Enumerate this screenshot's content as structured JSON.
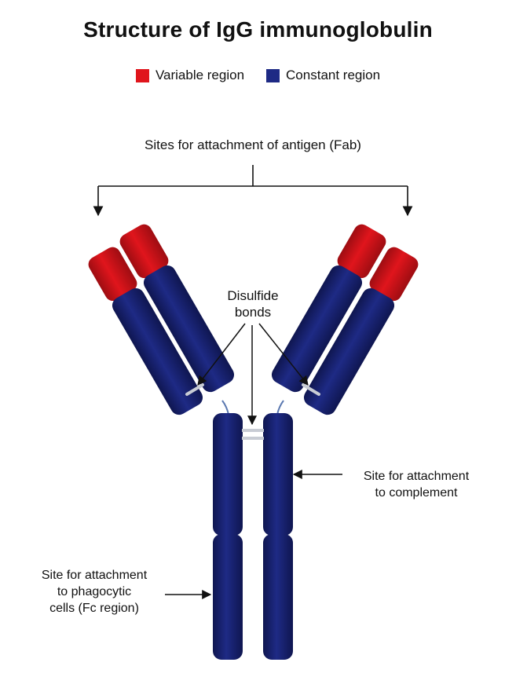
{
  "title": "Structure of IgG immunoglobulin",
  "colors": {
    "variable": "#e0151c",
    "variable_dark": "#9e0d12",
    "constant": "#1e2a85",
    "constant_dark": "#0f1650",
    "bond": "#c8ccd4"
  },
  "legend": {
    "variable": {
      "label": "Variable region"
    },
    "constant": {
      "label": "Constant region"
    }
  },
  "labels": {
    "fab": "Sites for attachment of antigen (Fab)",
    "disulfide_line1": "Disulfide",
    "disulfide_line2": "bonds",
    "complement_line1": "Site for attachment",
    "complement_line2": "to complement",
    "fc_line1": "Site for attachment",
    "fc_line2": "to phagocytic",
    "fc_line3": "cells (Fc region)"
  }
}
